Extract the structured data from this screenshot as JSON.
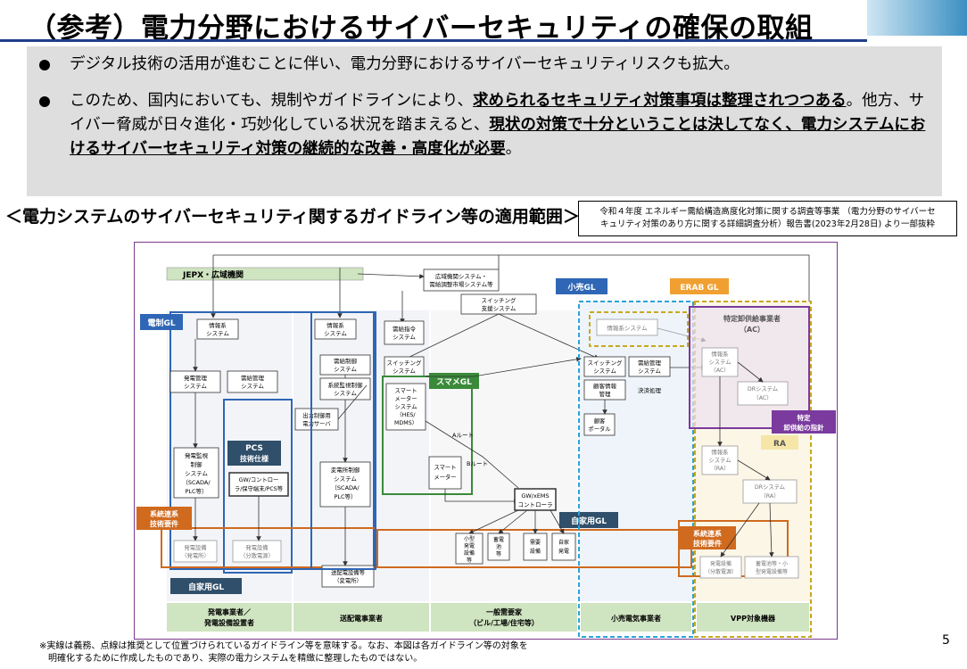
{
  "page": {
    "title": "（参考）電力分野におけるサイバーセキュリティの確保の取組",
    "page_number": "5"
  },
  "bullets": {
    "b1": "デジタル技術の活用が進むことに伴い、電力分野におけるサイバーセキュリティリスクも拡大。",
    "b2_p1": "このため、国内においても、規制やガイドラインにより、",
    "b2_u1": "求められるセキュリティ対策事項は整理されつつある",
    "b2_p2": "。他方、サイバー脅威が日々進化・巧妙化している状況を踏まえると、",
    "b2_u2": "現状の対策で十分ということは決してなく、電力システムにおけるサイバーセキュリティ対策の継続的な改善・高度化が必要",
    "b2_p3": "。"
  },
  "section": {
    "heading": "＜電力システムのサイバーセキュリティ関するガイドライン等の適用範囲＞",
    "source_line1": "令和４年度 エネルギー需給構造高度化対策に関する調査等事業 （電力分野のサイバーセ",
    "source_line2": "キュリティ対策のあり方に関する詳細調査分析）報告書(2023年2月28日) より一部抜粋"
  },
  "diagram": {
    "top_label": "JEPX・広域機関",
    "wide_system": [
      "広域機関システム・",
      "需給調整市場システム等"
    ],
    "switching_top": [
      "スイッチング",
      "支援システム"
    ],
    "gl_labels": {
      "denki": "電制GL",
      "kouri": "小売GL",
      "erab": "ERAB GL",
      "pcs": [
        "PCS",
        "技術仕様"
      ],
      "smart": "スマメGL",
      "jika_left": "自家用GL",
      "jika_mid": "自家用GL",
      "keito_left": [
        "系統連系",
        "技術要件"
      ],
      "keito_right": [
        "系統連系",
        "技術要件"
      ],
      "tokutei_tag": [
        "特定",
        "卸供給の指針"
      ],
      "ra": "RA"
    },
    "gen_boxes": {
      "info": [
        "情報系",
        "システム"
      ],
      "gen_mgmt": [
        "発電管理",
        "システム"
      ],
      "fuel_mgmt": [
        "需給管理",
        "システム"
      ],
      "scada": [
        "発電監視",
        "制御",
        "システム",
        "（SCADA/",
        "PLC等）"
      ],
      "gw": [
        "GW/コントロー",
        "ラ/保守端末/PCS等"
      ],
      "gen_equip1": [
        "発電設備",
        "（発電所）"
      ],
      "gen_equip2": [
        "発電設備",
        "（分散電源）"
      ]
    },
    "trans_boxes": {
      "info": [
        "情報系",
        "システム"
      ],
      "dispatch": [
        "需給制御",
        "システム"
      ],
      "monitor": [
        "系統監視制御",
        "システム"
      ],
      "output": [
        "出力制御用",
        "電力サーバ"
      ],
      "substation": [
        "変電所制御",
        "システム",
        "（SCADA/",
        "PLC等）"
      ],
      "equip": [
        "送配電設備等",
        "（変電所）"
      ],
      "command": [
        "需給指令",
        "システム"
      ],
      "switching": [
        "スイッチング",
        "システム"
      ],
      "meter": [
        "スマート",
        "メーター",
        "システム",
        "（HES/",
        "MDMS）"
      ],
      "meter2": [
        "スマート",
        "メーター"
      ],
      "a_route": "Aルート",
      "b_route": "Bルート"
    },
    "consumer_boxes": {
      "gw": [
        "GW/xEMS",
        "コントローラ"
      ],
      "small_gen": [
        "小型",
        "発電",
        "設備",
        "等"
      ],
      "storage": [
        "蓄電",
        "池",
        "等"
      ],
      "home_appl": [
        "需要",
        "設備"
      ],
      "self_gen": [
        "自家",
        "発電"
      ]
    },
    "retail_boxes": {
      "info": "情報系システム",
      "switching": [
        "スイッチング",
        "システム"
      ],
      "elec_mgmt": [
        "需給管理",
        "システム"
      ],
      "customer": [
        "顧客情報",
        "管理"
      ],
      "billing": "決済処理",
      "portal": [
        "顧客",
        "ポータル"
      ]
    },
    "ac_boxes": {
      "title": [
        "特定卸供給事業者",
        "（AC）"
      ],
      "info": [
        "情報系",
        "システム",
        "（AC）"
      ],
      "dr": [
        "DRシステム",
        "（AC）"
      ]
    },
    "ra_boxes": {
      "info": [
        "情報系",
        "システム",
        "（RA）"
      ],
      "dr": [
        "DRシステム",
        "（RA）"
      ],
      "vpp1": [
        "発電設備",
        "（分散電源）"
      ],
      "vpp2": [
        "蓄電池等・小",
        "型発電設備等"
      ]
    },
    "bottom": {
      "gen": [
        "発電事業者／",
        "発電設備設置者"
      ],
      "trans": "送配電事業者",
      "consumer": [
        "一般需要家",
        "（ビル/工場/住宅等）"
      ],
      "retail": "小売電気事業者",
      "vpp": "VPP対象機器"
    }
  },
  "footnote": {
    "line1": "※実線は義務、点線は推奨として位置づけられているガイドライン等を意味する。なお、本図は各ガイドライン等の対象を",
    "line2": "明確化するために作成したものであり、実際の電力システムを精緻に整理したものではない。"
  },
  "colors": {
    "title_bar": "#1e3f8a",
    "bullet_bg": "#dedede",
    "gl_blue": "#2f66b5",
    "gl_green": "#3a8a3a",
    "gl_orange": "#d06a1e",
    "gl_purple": "#7a3a9e",
    "gl_yellow": "#c8a820",
    "gl_cyan": "#2aa4d8",
    "bottom_green": "#cfe4c0"
  }
}
